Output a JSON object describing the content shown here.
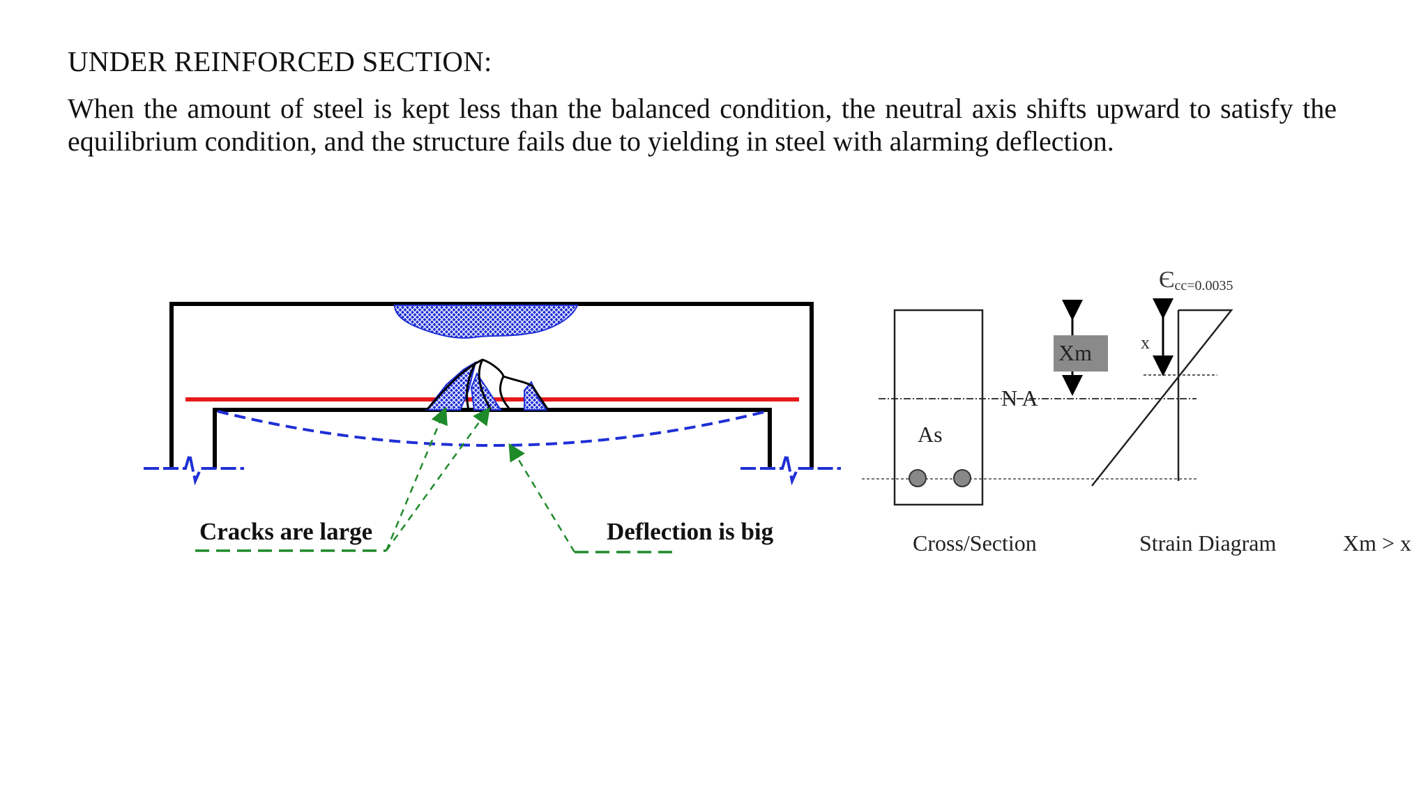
{
  "heading": "UNDER REINFORCED SECTION:",
  "body": "When the amount of steel is kept less than the balanced condition, the neutral axis shifts upward to satisfy the equilibrium condition, and the structure fails due to yielding in steel with alarming deflection.",
  "beam_diagram": {
    "cracks_label": "Cracks are large",
    "deflection_label": "Deflection is big",
    "colors": {
      "frame": "#000000",
      "reinforcement": "#e81a1a",
      "crushing": "#1f2fd6",
      "deflected_shape": "#1f2fd6",
      "leader_lines": "#1e8a2a"
    }
  },
  "section_diagram": {
    "neutral_axis_label": "N A",
    "steel_area_label": "As",
    "xm_label": "Xm",
    "x_label": "x",
    "strain_label": "Єcc=0.0035",
    "strain_symbol": "Є",
    "strain_subscript": "cc=0.0035",
    "cross_section_caption": "Cross/Section",
    "strain_diagram_caption": "Strain Diagram",
    "relation_caption": "Xm > x"
  }
}
